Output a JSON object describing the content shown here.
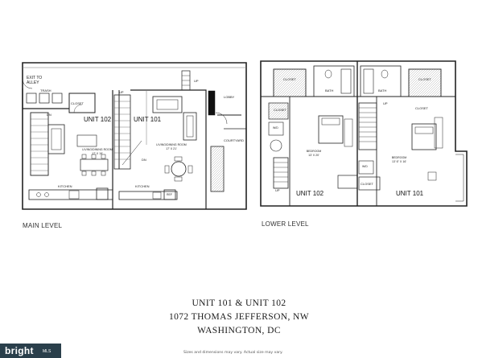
{
  "labels": {
    "exit_to_alley_1": "EXIT TO",
    "exit_to_alley_2": "ALLEY",
    "trash": "TRASH",
    "closet": "CLOSET",
    "dn": "DN",
    "up": "UP",
    "lobby": "LOBBY",
    "courtyard": "COURTYARD",
    "unit_102": "UNIT 102",
    "unit_101": "UNIT 101",
    "living_dining_102": "LIVING/DINING ROOM",
    "living_dining_102_dim": "17' X 19'",
    "living_dining_101": "LIVING/DINING ROOM",
    "living_dining_101_dim": "17' X 21'",
    "kitchen": "KITCHEN",
    "bath": "BATH",
    "bedroom_102": "BEDROOM",
    "bedroom_102_dim": "13' X 20'",
    "bedroom_101": "BEDROOM",
    "bedroom_101_dim": "13' 6\" X 16'",
    "wd": "W/D",
    "ref": "REF"
  },
  "levels": {
    "main": "MAIN LEVEL",
    "lower": "LOWER LEVEL"
  },
  "caption": {
    "line1": "UNIT 101 & UNIT 102",
    "line2": "1072 THOMAS JEFFERSON, NW",
    "line3": "WASHINGTON, DC"
  },
  "disclaimer": "Sizes and dimensions may vary. Actual size may vary.",
  "logo": {
    "text": "bright",
    "suffix": "MLS"
  }
}
